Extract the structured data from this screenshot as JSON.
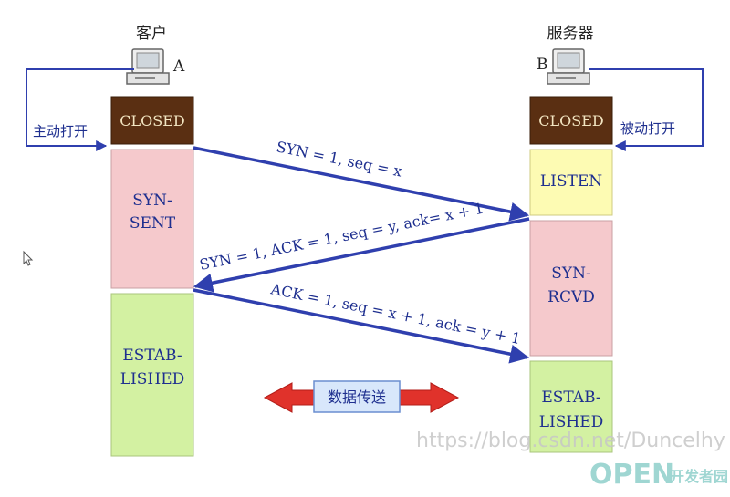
{
  "client": {
    "title": "客户",
    "letter": "A",
    "action": "主动打开",
    "states": {
      "closed": "CLOSED",
      "syn_sent": [
        "SYN-",
        "SENT"
      ],
      "established": [
        "ESTAB-",
        "LISHED"
      ]
    }
  },
  "server": {
    "title": "服务器",
    "letter": "B",
    "action": "被动打开",
    "states": {
      "closed": "CLOSED",
      "listen": "LISTEN",
      "syn_rcvd": [
        "SYN-",
        "RCVD"
      ],
      "established": [
        "ESTAB-",
        "LISHED"
      ]
    }
  },
  "messages": {
    "first": "SYN = 1, seq = x",
    "second": "SYN = 1, ACK = 1, seq = y, ack= x + 1",
    "third": "ACK = 1, seq = x + 1, ack = y + 1"
  },
  "transfer_label": "数据传送",
  "watermark": "https://blog.csdn.net/Duncelhy",
  "logo": {
    "primary": "OPEN",
    "secondary": "开发者园"
  },
  "colors": {
    "closed_fill": "#5a2f12",
    "closed_text": "#f3e6c2",
    "listen_fill": "#fdfbb3",
    "syn_fill": "#f5c9cc",
    "established_fill": "#d3f1a2",
    "arrow_blue": "#2f3fae",
    "double_arrow_red": "#e0322b",
    "label_box_fill": "#d8e7fb",
    "label_box_border": "#6a8ed0"
  }
}
